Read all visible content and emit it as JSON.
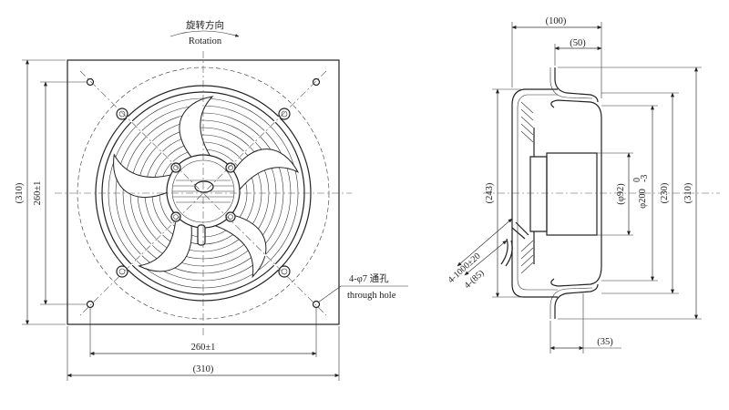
{
  "rotation": {
    "label_cn": "旋转方向",
    "label_en": "Rotation"
  },
  "front_view": {
    "outer_width": "(310)",
    "outer_height": "(310)",
    "hole_spacing_h": "260±1",
    "hole_spacing_v": "260±1",
    "hole_note_cn": "4-φ7 通孔",
    "hole_note_en": "through hole"
  },
  "side_view": {
    "depth_total": "(100)",
    "depth_partial": "(50)",
    "depth_bottom": "(35)",
    "height_total": "(310)",
    "height_230": "(230)",
    "height_243": "(243)",
    "dia_200": "φ200",
    "dia_200_tol_upper": "0",
    "dia_200_tol_lower": "-3",
    "dia_92": "(φ92)",
    "cable_length": "4-1000±20",
    "cable_85": "4-(85)"
  }
}
